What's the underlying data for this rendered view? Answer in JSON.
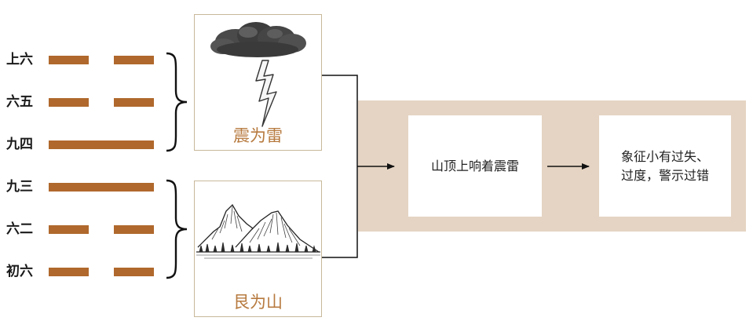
{
  "hexagram_lines": [
    {
      "label": "上六",
      "type": "yin"
    },
    {
      "label": "六五",
      "type": "yin"
    },
    {
      "label": "九四",
      "type": "yang"
    },
    {
      "label": "九三",
      "type": "yang"
    },
    {
      "label": "六二",
      "type": "yin"
    },
    {
      "label": "初六",
      "type": "yin"
    }
  ],
  "upper_trigram": {
    "label": "震为雷",
    "icon": "thunder-cloud-icon"
  },
  "lower_trigram": {
    "label": "艮为山",
    "icon": "mountain-icon"
  },
  "flow": {
    "image_box": "山顶上响着震雷",
    "meaning_line1": "象征小有过失、",
    "meaning_line2": "过度，警示过错"
  },
  "colors": {
    "line_bar": "#b0682c",
    "trigram_label": "#b77a3f",
    "panel": "#e5d4c3"
  }
}
